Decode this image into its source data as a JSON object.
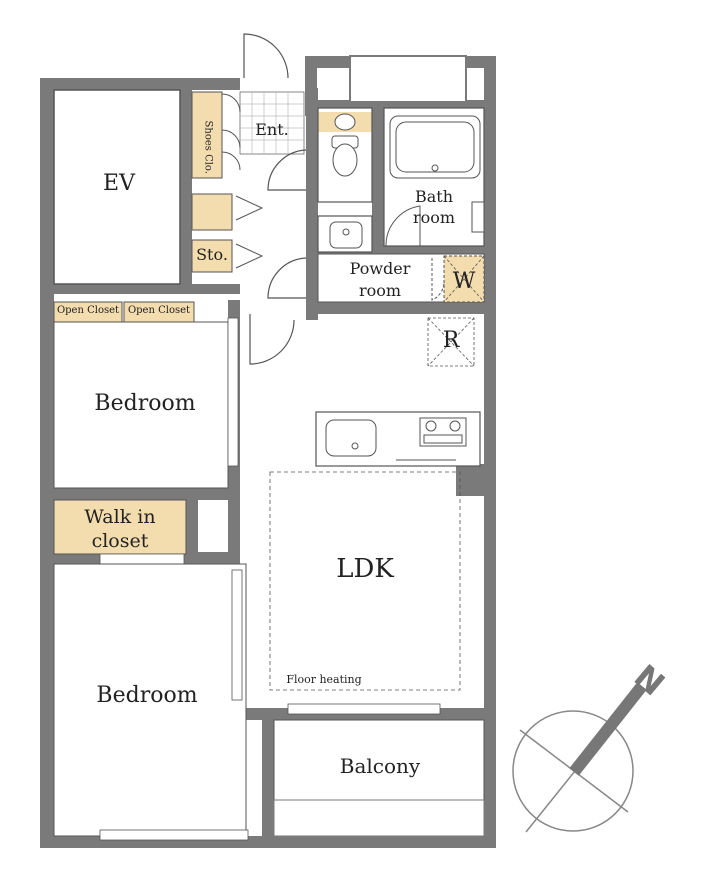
{
  "rooms": {
    "ev": "EV",
    "entrance": "Ent.",
    "shoes_closet": "Shoes Clo.",
    "storage": "Sto.",
    "bath_line1": "Bath",
    "bath_line2": "room",
    "powder_line1": "Powder",
    "powder_line2": "room",
    "washer": "W",
    "refrigerator": "R",
    "open_closet_1": "Open Closet",
    "open_closet_2": "Open Closet",
    "bedroom_1": "Bedroom",
    "walkin_line1": "Walk in",
    "walkin_line2": "closet",
    "ldk": "LDK",
    "floor_heating": "Floor heating",
    "bedroom_2": "Bedroom",
    "balcony": "Balcony"
  },
  "compass": {
    "north_label": "N",
    "icon": "north-compass-icon"
  },
  "colors": {
    "wall": "#7a7a7a",
    "storage_fill": "#f3dcae",
    "outline": "#555555",
    "background": "#ffffff"
  }
}
